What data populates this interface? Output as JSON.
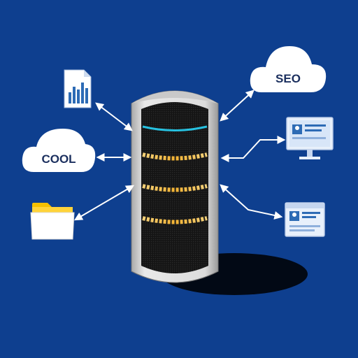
{
  "background_color": "#0e3f8f",
  "clouds": [
    {
      "label": "SEO",
      "position": "top-right"
    },
    {
      "label": "COOL",
      "position": "left"
    }
  ],
  "icons": {
    "document": "document-bar-chart-icon",
    "folder": "folder-icon",
    "monitor": "monitor-profile-icon",
    "profile_window": "profile-window-icon",
    "server": "server-tower"
  },
  "colors": {
    "accent_band": "#f2b233",
    "cyan_band": "#27c1e0",
    "cloud": "#ffffff",
    "server_body": "#121212",
    "server_frame": "#d9d9d9",
    "arrow": "#ffffff",
    "folder": "#ffd33a",
    "screen": "#2d6bb5"
  }
}
